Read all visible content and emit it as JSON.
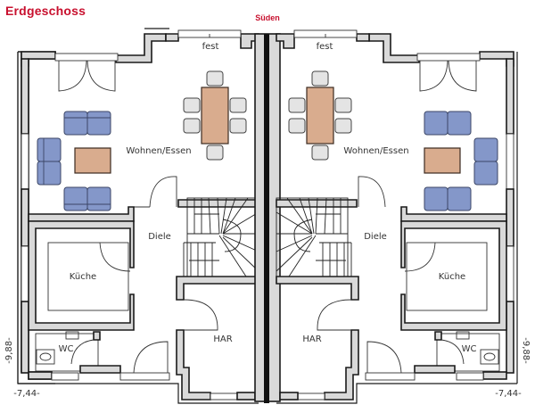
{
  "plan": {
    "title": "Erdgeschoss",
    "orientation_label": "Süden",
    "colors": {
      "title": "#c8102e",
      "orientation": "#c8102e",
      "wall_fill": "#d9d9d9",
      "sofa": "#8497c9",
      "table": "#d9ac8e",
      "chair": "#e4e4e4"
    }
  },
  "units": [
    {
      "side": "left",
      "rooms": [
        {
          "name": "fest"
        },
        {
          "name": "Wohnen/Essen"
        },
        {
          "name": "Diele"
        },
        {
          "name": "Küche"
        },
        {
          "name": "WC"
        },
        {
          "name": "HAR"
        }
      ],
      "dimensions": {
        "depth": "-9,88-",
        "width": "-7,44-"
      }
    },
    {
      "side": "right",
      "rooms": [
        {
          "name": "fest"
        },
        {
          "name": "Wohnen/Essen"
        },
        {
          "name": "Diele"
        },
        {
          "name": "Küche"
        },
        {
          "name": "WC"
        },
        {
          "name": "HAR"
        }
      ],
      "dimensions": {
        "depth": "-9,88-",
        "width": "-7,44-"
      }
    }
  ]
}
